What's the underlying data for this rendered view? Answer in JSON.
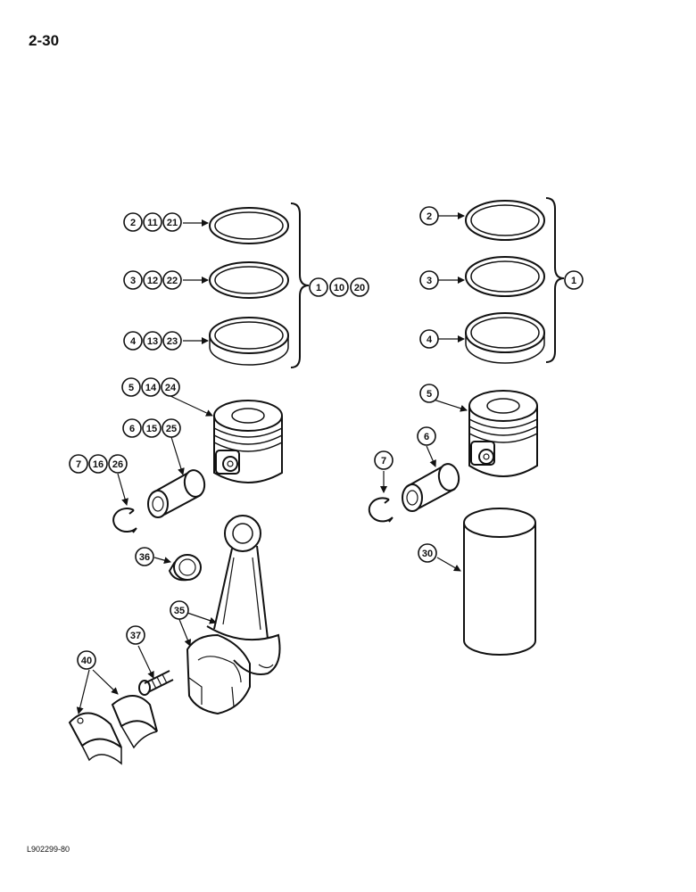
{
  "page_number": "2-30",
  "reference_code": "L902299-80",
  "callouts": {
    "c2": "2",
    "c11": "11",
    "c21": "21",
    "c3": "3",
    "c12": "12",
    "c22": "22",
    "c4": "4",
    "c13": "13",
    "c23": "23",
    "c1": "1",
    "c10": "10",
    "c20": "20",
    "c5": "5",
    "c14": "14",
    "c24": "24",
    "c6": "6",
    "c15": "15",
    "c25": "25",
    "c7": "7",
    "c16": "16",
    "c26": "26",
    "c36": "36",
    "c35": "35",
    "c37": "37",
    "c40": "40",
    "r2": "2",
    "r3": "3",
    "r4": "4",
    "r1": "1",
    "r5": "5",
    "r6": "6",
    "r7": "7",
    "r30": "30"
  }
}
